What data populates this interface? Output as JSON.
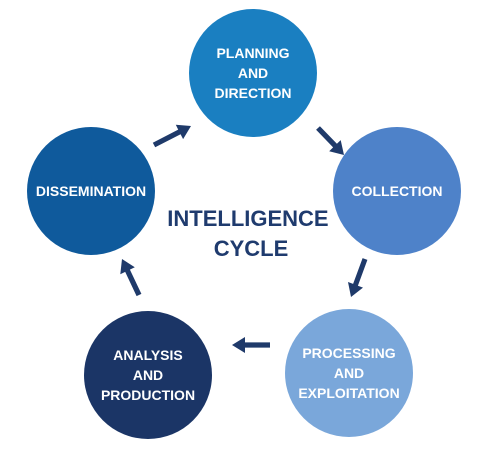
{
  "title": {
    "lines": [
      "INTELLIGENCE",
      "CYCLE"
    ],
    "color": "#1f3b6e"
  },
  "colors": {
    "arrow": "#1f3a6a",
    "text": "#ffffff"
  },
  "nodes": [
    {
      "id": "planning-and-direction",
      "lines": [
        "PLANNING",
        "AND",
        "DIRECTION"
      ],
      "color": "#1a7fc1"
    },
    {
      "id": "collection",
      "lines": [
        "COLLECTION"
      ],
      "color": "#4e82c9"
    },
    {
      "id": "processing-and-exploitation",
      "lines": [
        "PROCESSING",
        "AND",
        "EXPLOITATION"
      ],
      "color": "#7aa7da"
    },
    {
      "id": "analysis-and-production",
      "lines": [
        "ANALYSIS",
        "AND",
        "PRODUCTION"
      ],
      "color": "#1b3566"
    },
    {
      "id": "dissemination",
      "lines": [
        "DISSEMINATION"
      ],
      "color": "#0f5a9c"
    }
  ],
  "flow": [
    {
      "from": "dissemination",
      "to": "planning-and-direction"
    },
    {
      "from": "planning-and-direction",
      "to": "collection"
    },
    {
      "from": "collection",
      "to": "processing-and-exploitation"
    },
    {
      "from": "processing-and-exploitation",
      "to": "analysis-and-production"
    },
    {
      "from": "analysis-and-production",
      "to": "dissemination"
    }
  ]
}
